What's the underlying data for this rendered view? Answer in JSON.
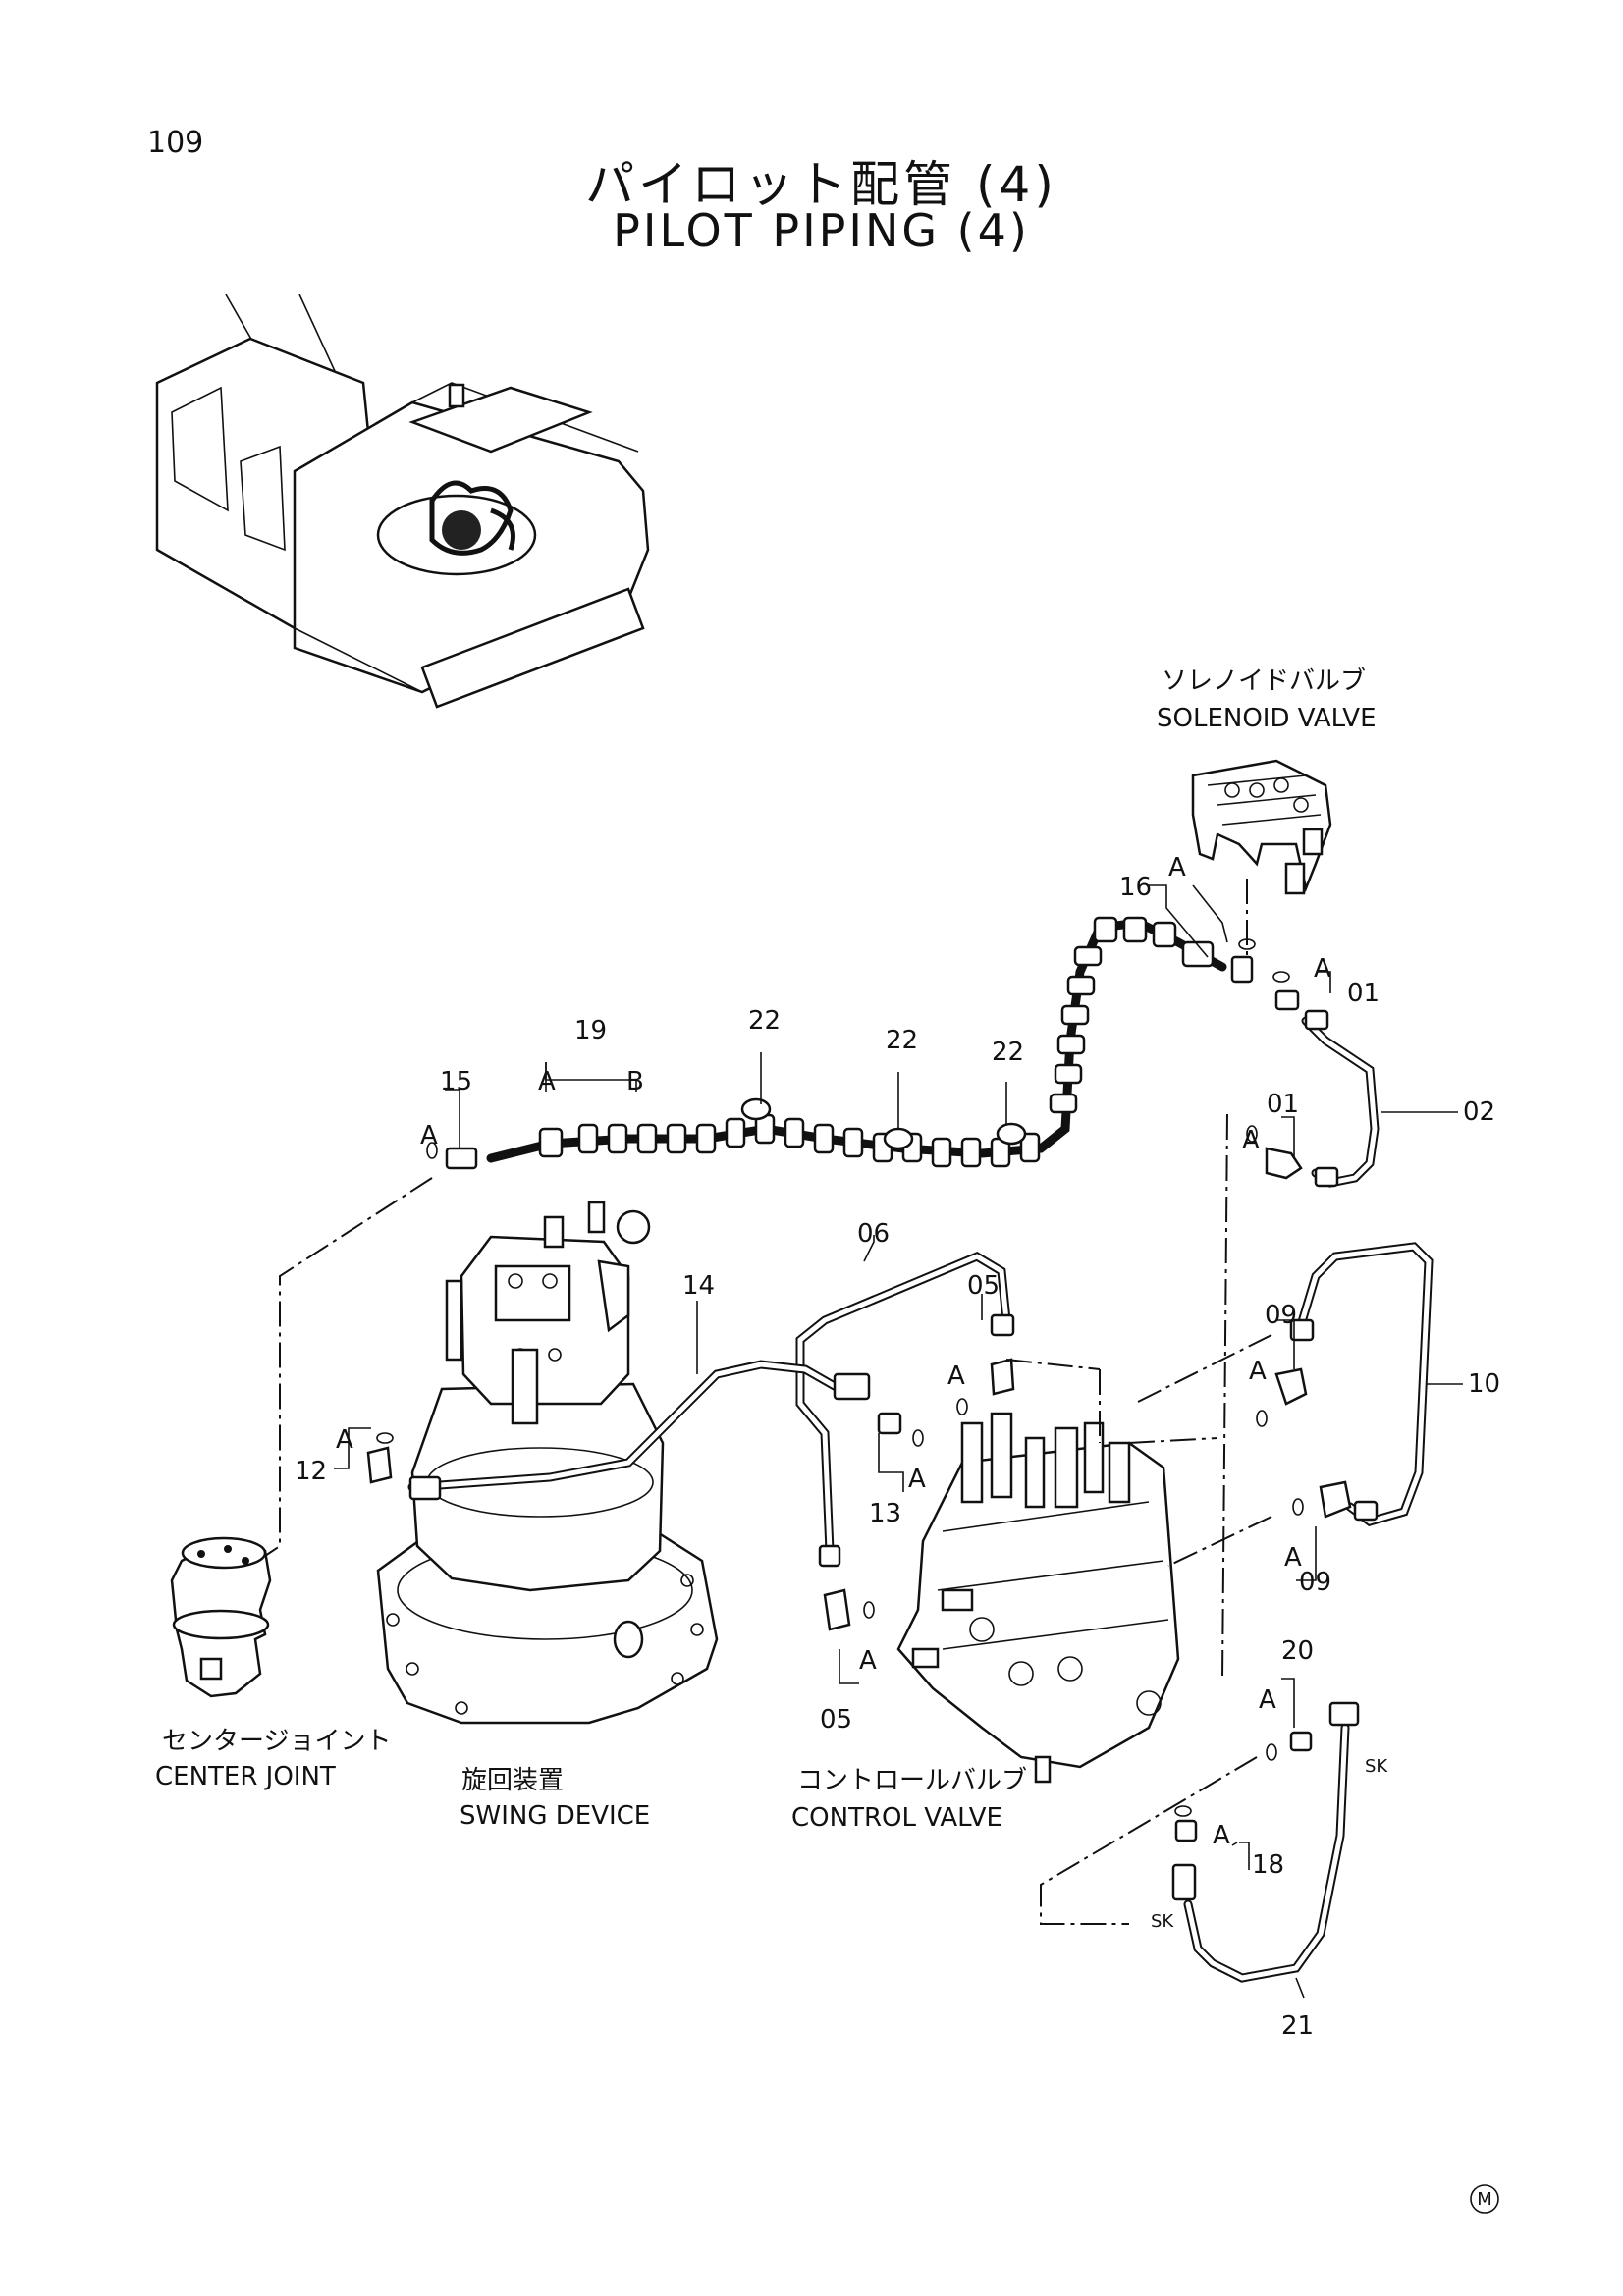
{
  "page": {
    "number": "109",
    "mark": "M"
  },
  "title": {
    "ja": "パイロット配管 (4)",
    "en": "PILOT PIPING (4)"
  },
  "components": {
    "solenoid_valve": {
      "ja": "ソレノイドバルブ",
      "en": "SOLENOID VALVE"
    },
    "center_joint": {
      "ja": "センタージョイント",
      "en": "CENTER JOINT"
    },
    "swing_device": {
      "ja": "旋回装置",
      "en": "SWING DEVICE"
    },
    "control_valve": {
      "ja": "コントロールバルブ",
      "en": "CONTROL VALVE"
    }
  },
  "letters": {
    "a": "A",
    "b": "B"
  },
  "hose_mark": "SK",
  "parts": {
    "p01": "01",
    "p02": "02",
    "p05": "05",
    "p06": "06",
    "p09": "09",
    "p10": "10",
    "p12": "12",
    "p13": "13",
    "p14": "14",
    "p15": "15",
    "p16": "16",
    "p18": "18",
    "p19": "19",
    "p20": "20",
    "p21": "21",
    "p22": "22"
  }
}
